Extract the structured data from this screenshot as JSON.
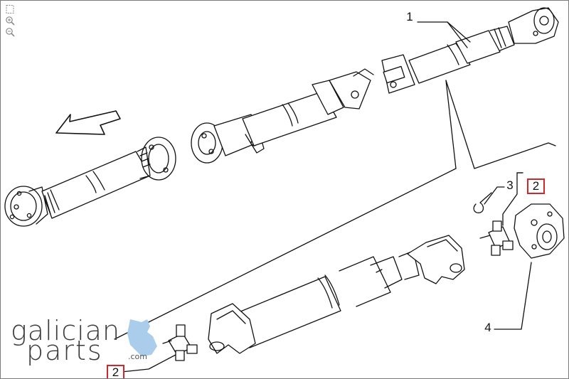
{
  "toolbar": {
    "fit_icon": "fit-page-icon",
    "zoom_in_icon": "zoom-in-icon",
    "zoom_out_icon": "zoom-out-icon"
  },
  "callouts": {
    "c1": "1",
    "c3": "3",
    "c2a": "2",
    "c4": "4",
    "c2b": "2"
  },
  "highlight_color": "#d0272b",
  "logo": {
    "line1": "galician",
    "line2": "parts",
    "suffix": ".com",
    "map_color": "#a9cdea"
  }
}
